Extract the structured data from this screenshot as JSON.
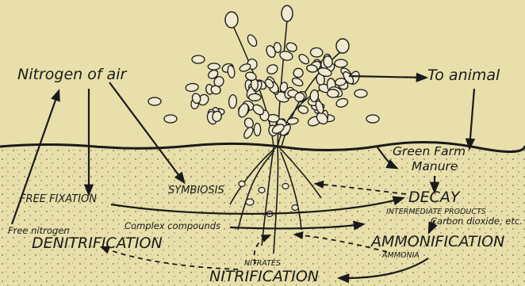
{
  "labels": {
    "nitrogen_of_air": "Nitrogen of air",
    "to_animal": "To animal",
    "green_farm_manure_line1": "Green Farm",
    "green_farm_manure_line2": "Manure",
    "free_fixation": "FREE FIXATION",
    "symbiosis": "SYMBIOSIS",
    "decay": "DECAY",
    "intermediate_products": "INTERMEDIATE PRODUCTS",
    "carbon_dioxide": "Carbon dioxide, etc.",
    "ammonification": "AMMONIFICATION",
    "ammonia": "AMMONIA",
    "free_nitrogen": "Free nitrogen",
    "denitrification": "DENITRIFICATION",
    "complex_compounds": "Complex compounds",
    "nitrates": "NITRATES",
    "nitrification": "NITRIFICATION"
  },
  "colors": {
    "background": "#e8dfaa",
    "ink": "#1a1a1a"
  }
}
